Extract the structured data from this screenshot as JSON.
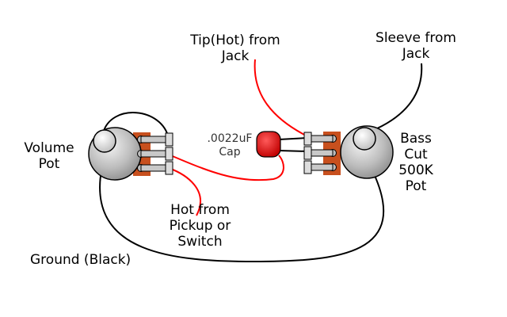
{
  "labels": {
    "tip_line1": "Tip(Hot) from",
    "tip_line2": "Jack",
    "sleeve_line1": "Sleeve from",
    "sleeve_line2": "Jack",
    "volume_line1": "Volume",
    "volume_line2": "Pot",
    "cap_line1": ".0022uF",
    "cap_line2": "Cap",
    "bass_line1": "Bass",
    "bass_line2": "Cut",
    "bass_line3": "500K",
    "bass_line4": "Pot",
    "hot_line1": "Hot from",
    "hot_line2": "Pickup or",
    "hot_line3": "Switch",
    "ground": "Ground (Black)"
  },
  "colors": {
    "hot_wire": "#ff0000",
    "ground_wire": "#000000",
    "pot_body": "#b8b8b8",
    "pot_lug_plate": "#c8501e",
    "capacitor": "#dd0000"
  }
}
